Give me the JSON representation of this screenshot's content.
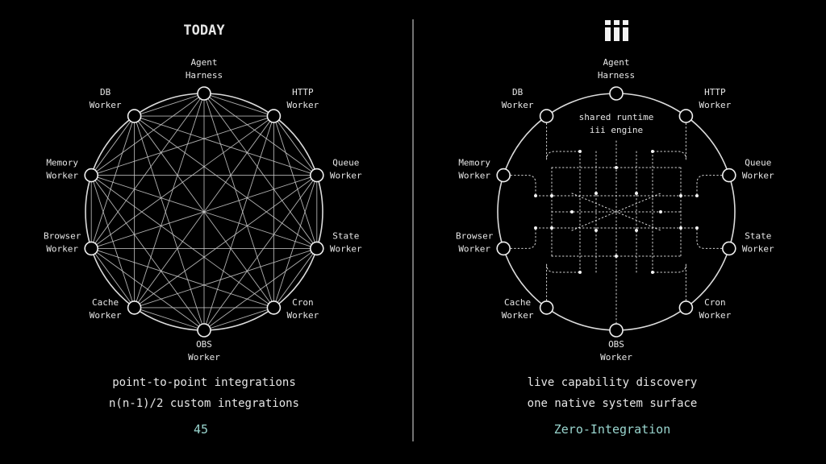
{
  "left": {
    "title": "TODAY",
    "caption_1": "point-to-point integrations",
    "caption_2": "n(n-1)/2 custom integrations",
    "highlight": "45"
  },
  "right": {
    "title_logo": "iii",
    "center_line_1": "shared runtime",
    "center_line_2": "iii engine",
    "caption_1": "live capability discovery",
    "caption_2": "one native system surface",
    "highlight": "Zero-Integration"
  },
  "nodes": [
    {
      "line1": "Agent",
      "line2": "Harness"
    },
    {
      "line1": "HTTP",
      "line2": "Worker"
    },
    {
      "line1": "Queue",
      "line2": "Worker"
    },
    {
      "line1": "State",
      "line2": "Worker"
    },
    {
      "line1": "Cron",
      "line2": "Worker"
    },
    {
      "line1": "OBS",
      "line2": "Worker"
    },
    {
      "line1": "Cache",
      "line2": "Worker"
    },
    {
      "line1": "Browser",
      "line2": "Worker"
    },
    {
      "line1": "Memory",
      "line2": "Worker"
    },
    {
      "line1": "DB",
      "line2": "Worker"
    }
  ],
  "colors": {
    "background": "#000000",
    "line": "#d8d8d8",
    "accent": "#9ad6cf"
  }
}
